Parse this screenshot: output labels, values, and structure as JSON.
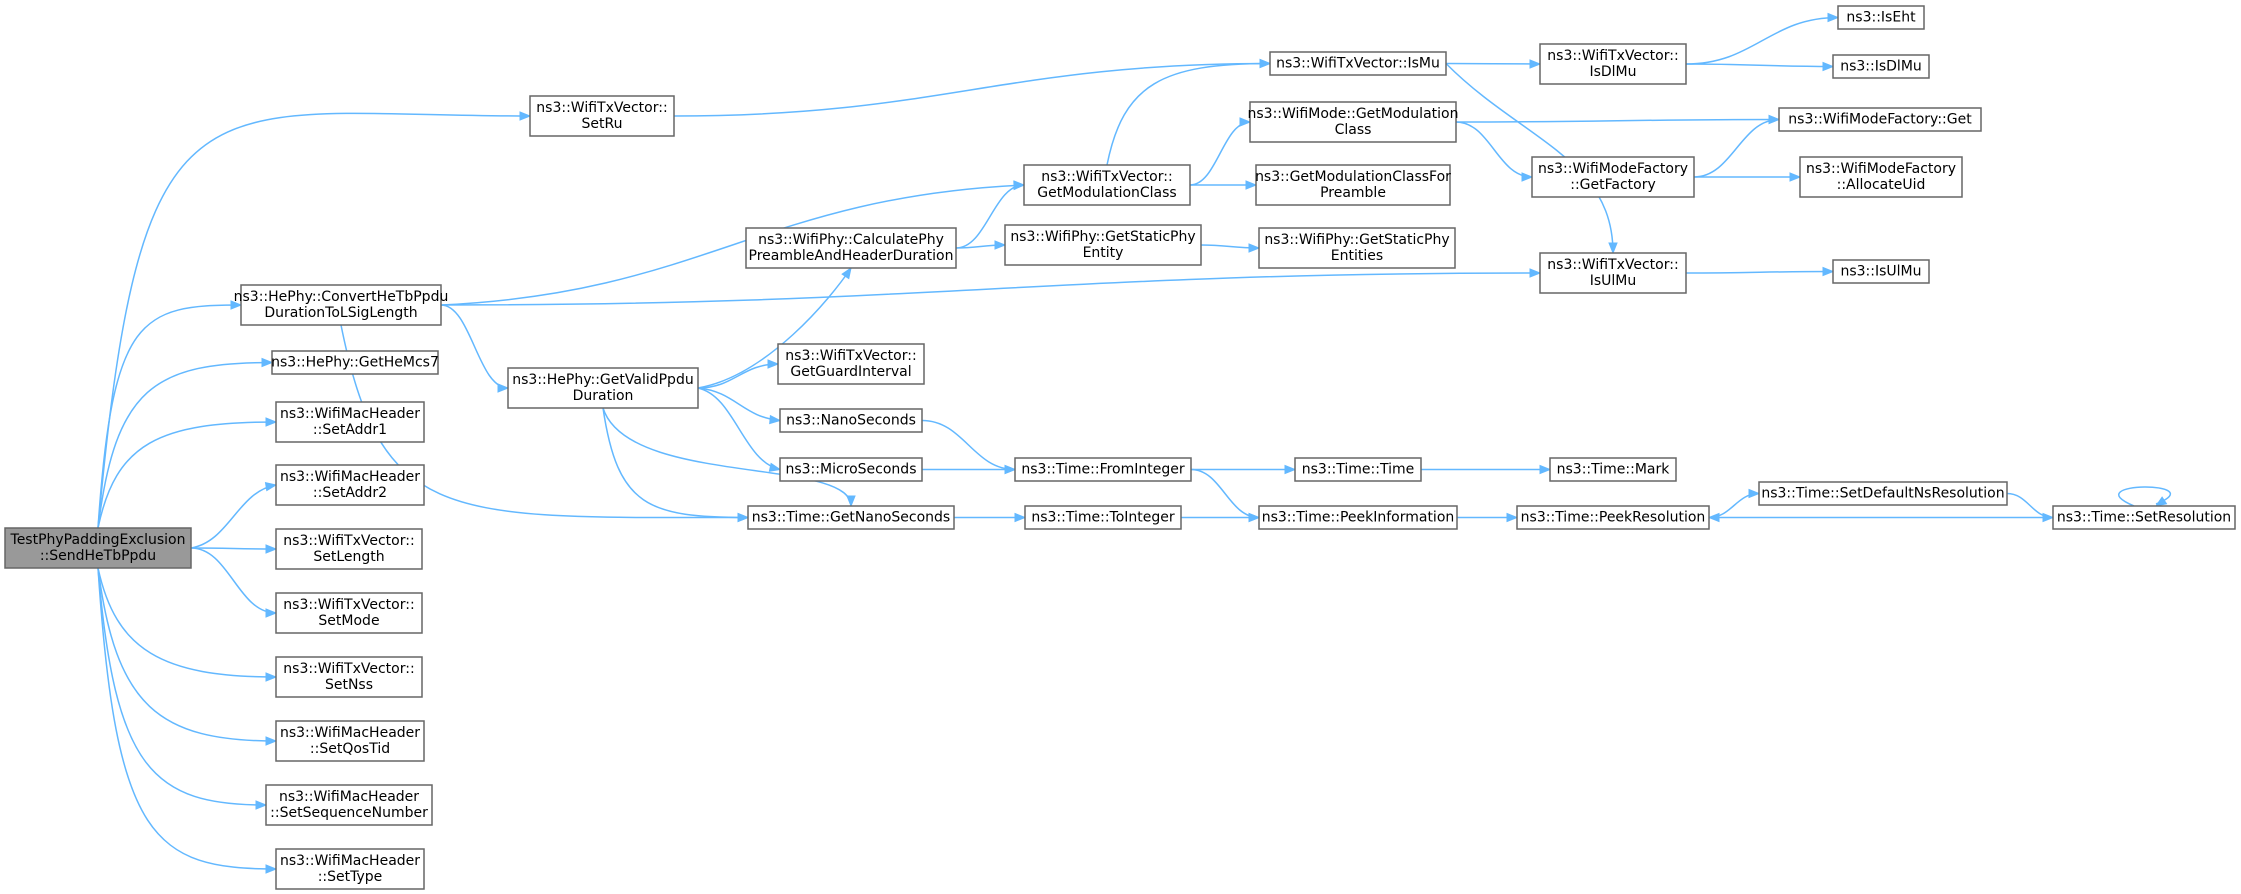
{
  "colors": {
    "edge": "#63b8ff",
    "root_fill": "#999999",
    "node_border": "#666666"
  },
  "nodes": [
    {
      "id": "root",
      "lines": [
        "TestPhyPaddingExclusion",
        "::SendHeTbPpdu"
      ],
      "root": true
    },
    {
      "id": "setru",
      "lines": [
        "ns3::WifiTxVector::",
        "SetRu"
      ]
    },
    {
      "id": "convert",
      "lines": [
        "ns3::HePhy::ConvertHeTbPpdu",
        "DurationToLSigLength"
      ]
    },
    {
      "id": "gethemcs7",
      "lines": [
        "ns3::HePhy::GetHeMcs7"
      ]
    },
    {
      "id": "setaddr1",
      "lines": [
        "ns3::WifiMacHeader",
        "::SetAddr1"
      ]
    },
    {
      "id": "setaddr2",
      "lines": [
        "ns3::WifiMacHeader",
        "::SetAddr2"
      ]
    },
    {
      "id": "setlength",
      "lines": [
        "ns3::WifiTxVector::",
        "SetLength"
      ]
    },
    {
      "id": "setmode",
      "lines": [
        "ns3::WifiTxVector::",
        "SetMode"
      ]
    },
    {
      "id": "setnss",
      "lines": [
        "ns3::WifiTxVector::",
        "SetNss"
      ]
    },
    {
      "id": "setqostid",
      "lines": [
        "ns3::WifiMacHeader",
        "::SetQosTid"
      ]
    },
    {
      "id": "setseq",
      "lines": [
        "ns3::WifiMacHeader",
        "::SetSequenceNumber"
      ]
    },
    {
      "id": "settype",
      "lines": [
        "ns3::WifiMacHeader",
        "::SetType"
      ]
    },
    {
      "id": "getvalid",
      "lines": [
        "ns3::HePhy::GetValidPpdu",
        "Duration"
      ]
    },
    {
      "id": "calcphy",
      "lines": [
        "ns3::WifiPhy::CalculatePhy",
        "PreambleAndHeaderDuration"
      ]
    },
    {
      "id": "getguard",
      "lines": [
        "ns3::WifiTxVector::",
        "GetGuardInterval"
      ]
    },
    {
      "id": "nanosec",
      "lines": [
        "ns3::NanoSeconds"
      ]
    },
    {
      "id": "microsec",
      "lines": [
        "ns3::MicroSeconds"
      ]
    },
    {
      "id": "getnano",
      "lines": [
        "ns3::Time::GetNanoSeconds"
      ]
    },
    {
      "id": "getmodclass",
      "lines": [
        "ns3::WifiTxVector::",
        "GetModulationClass"
      ]
    },
    {
      "id": "getstaticent",
      "lines": [
        "ns3::WifiPhy::GetStaticPhy",
        "Entity"
      ]
    },
    {
      "id": "frominteger",
      "lines": [
        "ns3::Time::FromInteger"
      ]
    },
    {
      "id": "tointeger",
      "lines": [
        "ns3::Time::ToInteger"
      ]
    },
    {
      "id": "ismu",
      "lines": [
        "ns3::WifiTxVector::IsMu"
      ]
    },
    {
      "id": "modegetmod",
      "lines": [
        "ns3::WifiMode::GetModulation",
        "Class"
      ]
    },
    {
      "id": "getmodpre",
      "lines": [
        "ns3::GetModulationClassFor",
        "Preamble"
      ]
    },
    {
      "id": "getstaticents",
      "lines": [
        "ns3::WifiPhy::GetStaticPhy",
        "Entities"
      ]
    },
    {
      "id": "timetime",
      "lines": [
        "ns3::Time::Time"
      ]
    },
    {
      "id": "peekinfo",
      "lines": [
        "ns3::Time::PeekInformation"
      ]
    },
    {
      "id": "isdlmu",
      "lines": [
        "ns3::WifiTxVector::",
        "IsDlMu"
      ]
    },
    {
      "id": "factoryget",
      "lines": [
        "ns3::WifiModeFactory",
        "::GetFactory"
      ]
    },
    {
      "id": "isulmu",
      "lines": [
        "ns3::WifiTxVector::",
        "IsUlMu"
      ]
    },
    {
      "id": "timemark",
      "lines": [
        "ns3::Time::Mark"
      ]
    },
    {
      "id": "peekres",
      "lines": [
        "ns3::Time::PeekResolution"
      ]
    },
    {
      "id": "iseht",
      "lines": [
        "ns3::IsEht"
      ]
    },
    {
      "id": "isdlmu2",
      "lines": [
        "ns3::IsDlMu"
      ]
    },
    {
      "id": "mfget",
      "lines": [
        "ns3::WifiModeFactory::Get"
      ]
    },
    {
      "id": "allocuid",
      "lines": [
        "ns3::WifiModeFactory",
        "::AllocateUid"
      ]
    },
    {
      "id": "isulmu2",
      "lines": [
        "ns3::IsUlMu"
      ]
    },
    {
      "id": "setdefres",
      "lines": [
        "ns3::Time::SetDefaultNsResolution"
      ]
    },
    {
      "id": "setres",
      "lines": [
        "ns3::Time::SetResolution"
      ]
    }
  ]
}
